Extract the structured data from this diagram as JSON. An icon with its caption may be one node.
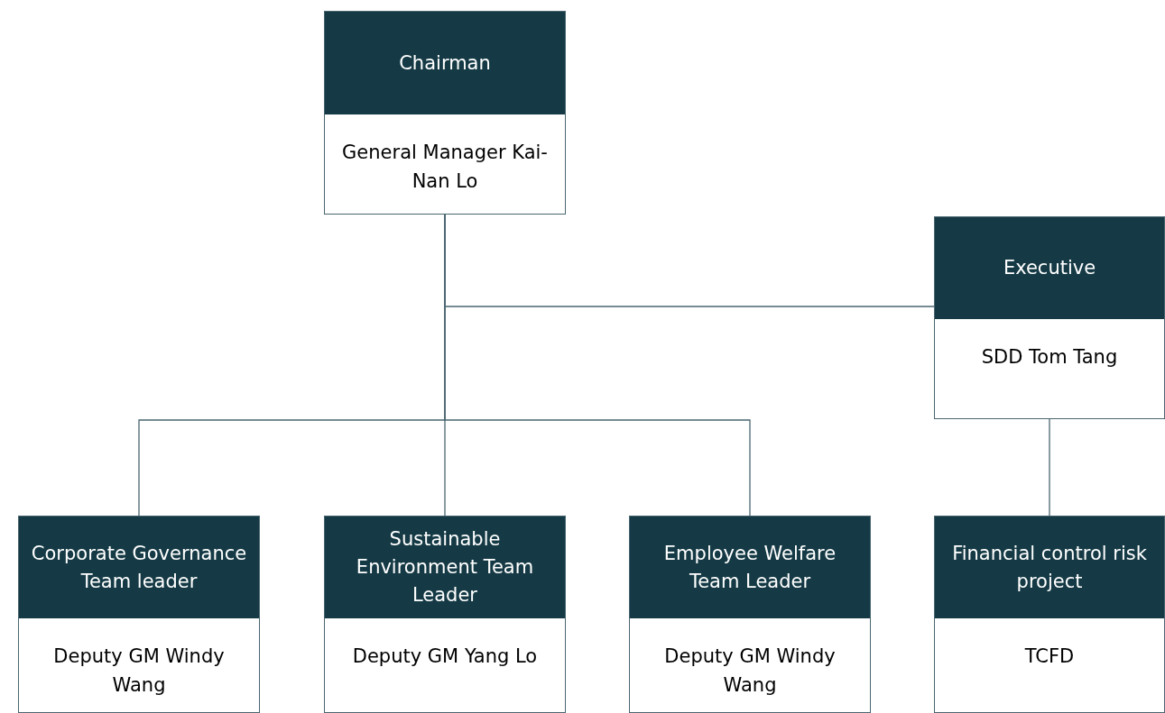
{
  "diagram": {
    "nodes": [
      {
        "text": [
          "Chairman",
          "General Manager Kai-Nan Lo"
        ]
      },
      {
        "text": [
          "Executive",
          "SDD Tom Tang"
        ]
      },
      {
        "text": [
          "Corporate Governance Team leader",
          "Deputy GM Windy Wang"
        ]
      },
      {
        "text": [
          "Sustainable Environment Team Leader",
          "Deputy GM Yang Lo"
        ]
      },
      {
        "text": [
          "Employee Welfare Team Leader",
          "Deputy GM Windy Wang"
        ]
      },
      {
        "text": [
          "Financial control risk project",
          "TCFD"
        ]
      }
    ],
    "edges": [
      {
        "from": 0,
        "to": 1,
        "arrow": "none"
      },
      {
        "from": 0,
        "to": 2,
        "arrow": "none"
      },
      {
        "from": 0,
        "to": 3,
        "arrow": "none"
      },
      {
        "from": 0,
        "to": 4,
        "arrow": "none"
      },
      {
        "from": 1,
        "to": 5,
        "arrow": "none"
      }
    ]
  }
}
